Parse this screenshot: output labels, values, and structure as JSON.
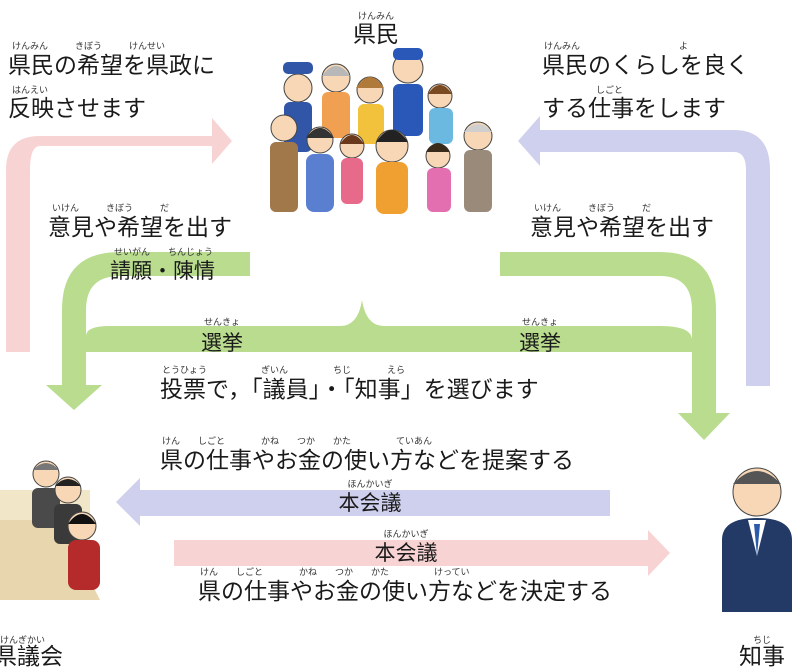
{
  "citizens": {
    "ruby": "けんみん",
    "label": "県民"
  },
  "assembly": {
    "ruby": "けんぎかい",
    "label": "県議会"
  },
  "governor": {
    "ruby": "ちじ",
    "label": "知事"
  },
  "left_arrow": {
    "ruby1": "けんみん　　　きぼう　　　けんせい",
    "line1": "県民の希望を県政に",
    "ruby2": "はんえい",
    "line2": "反映させます"
  },
  "right_arrow": {
    "ruby1": "けんみん　　　　　　　　　　　よ",
    "line1": "県民のくらしを良く",
    "ruby2": "しごと",
    "line2": "する仕事をします"
  },
  "opinion_left": {
    "ruby1": "いけん　　　きぼう　　　だ",
    "line1": "意見や希望を出す",
    "ruby2": "せいがん　　ちんじょう",
    "line2": "請願・陳情"
  },
  "opinion_right": {
    "ruby1": "いけん　　　きぼう　　　だ",
    "line1": "意見や希望を出す"
  },
  "election_left": {
    "ruby": "せんきょ",
    "label": "選挙"
  },
  "election_right": {
    "ruby": "せんきょ",
    "label": "選挙"
  },
  "vote": {
    "ruby": "とうひょう　　　　　　ぎいん　　　　　ちじ　　　　えら",
    "text": "投票で，「議員」・「知事」を選びます"
  },
  "propose": {
    "ruby": "けん　　しごと　　　　かね　　つか　　かた　　　　　ていあん",
    "text": "県の仕事やお金の使い方などを提案する"
  },
  "session_top": {
    "ruby": "ほんかいぎ",
    "label": "本会議"
  },
  "session_bottom": {
    "ruby": "ほんかいぎ",
    "label": "本会議"
  },
  "decide": {
    "ruby": "けん　　しごと　　　　かね　　つか　　かた　　　　　けってい",
    "text": "県の仕事やお金の使い方などを決定する"
  },
  "colors": {
    "pink": "#f8d3d3",
    "lavender": "#cfd0ee",
    "green": "#b9dc8f"
  }
}
